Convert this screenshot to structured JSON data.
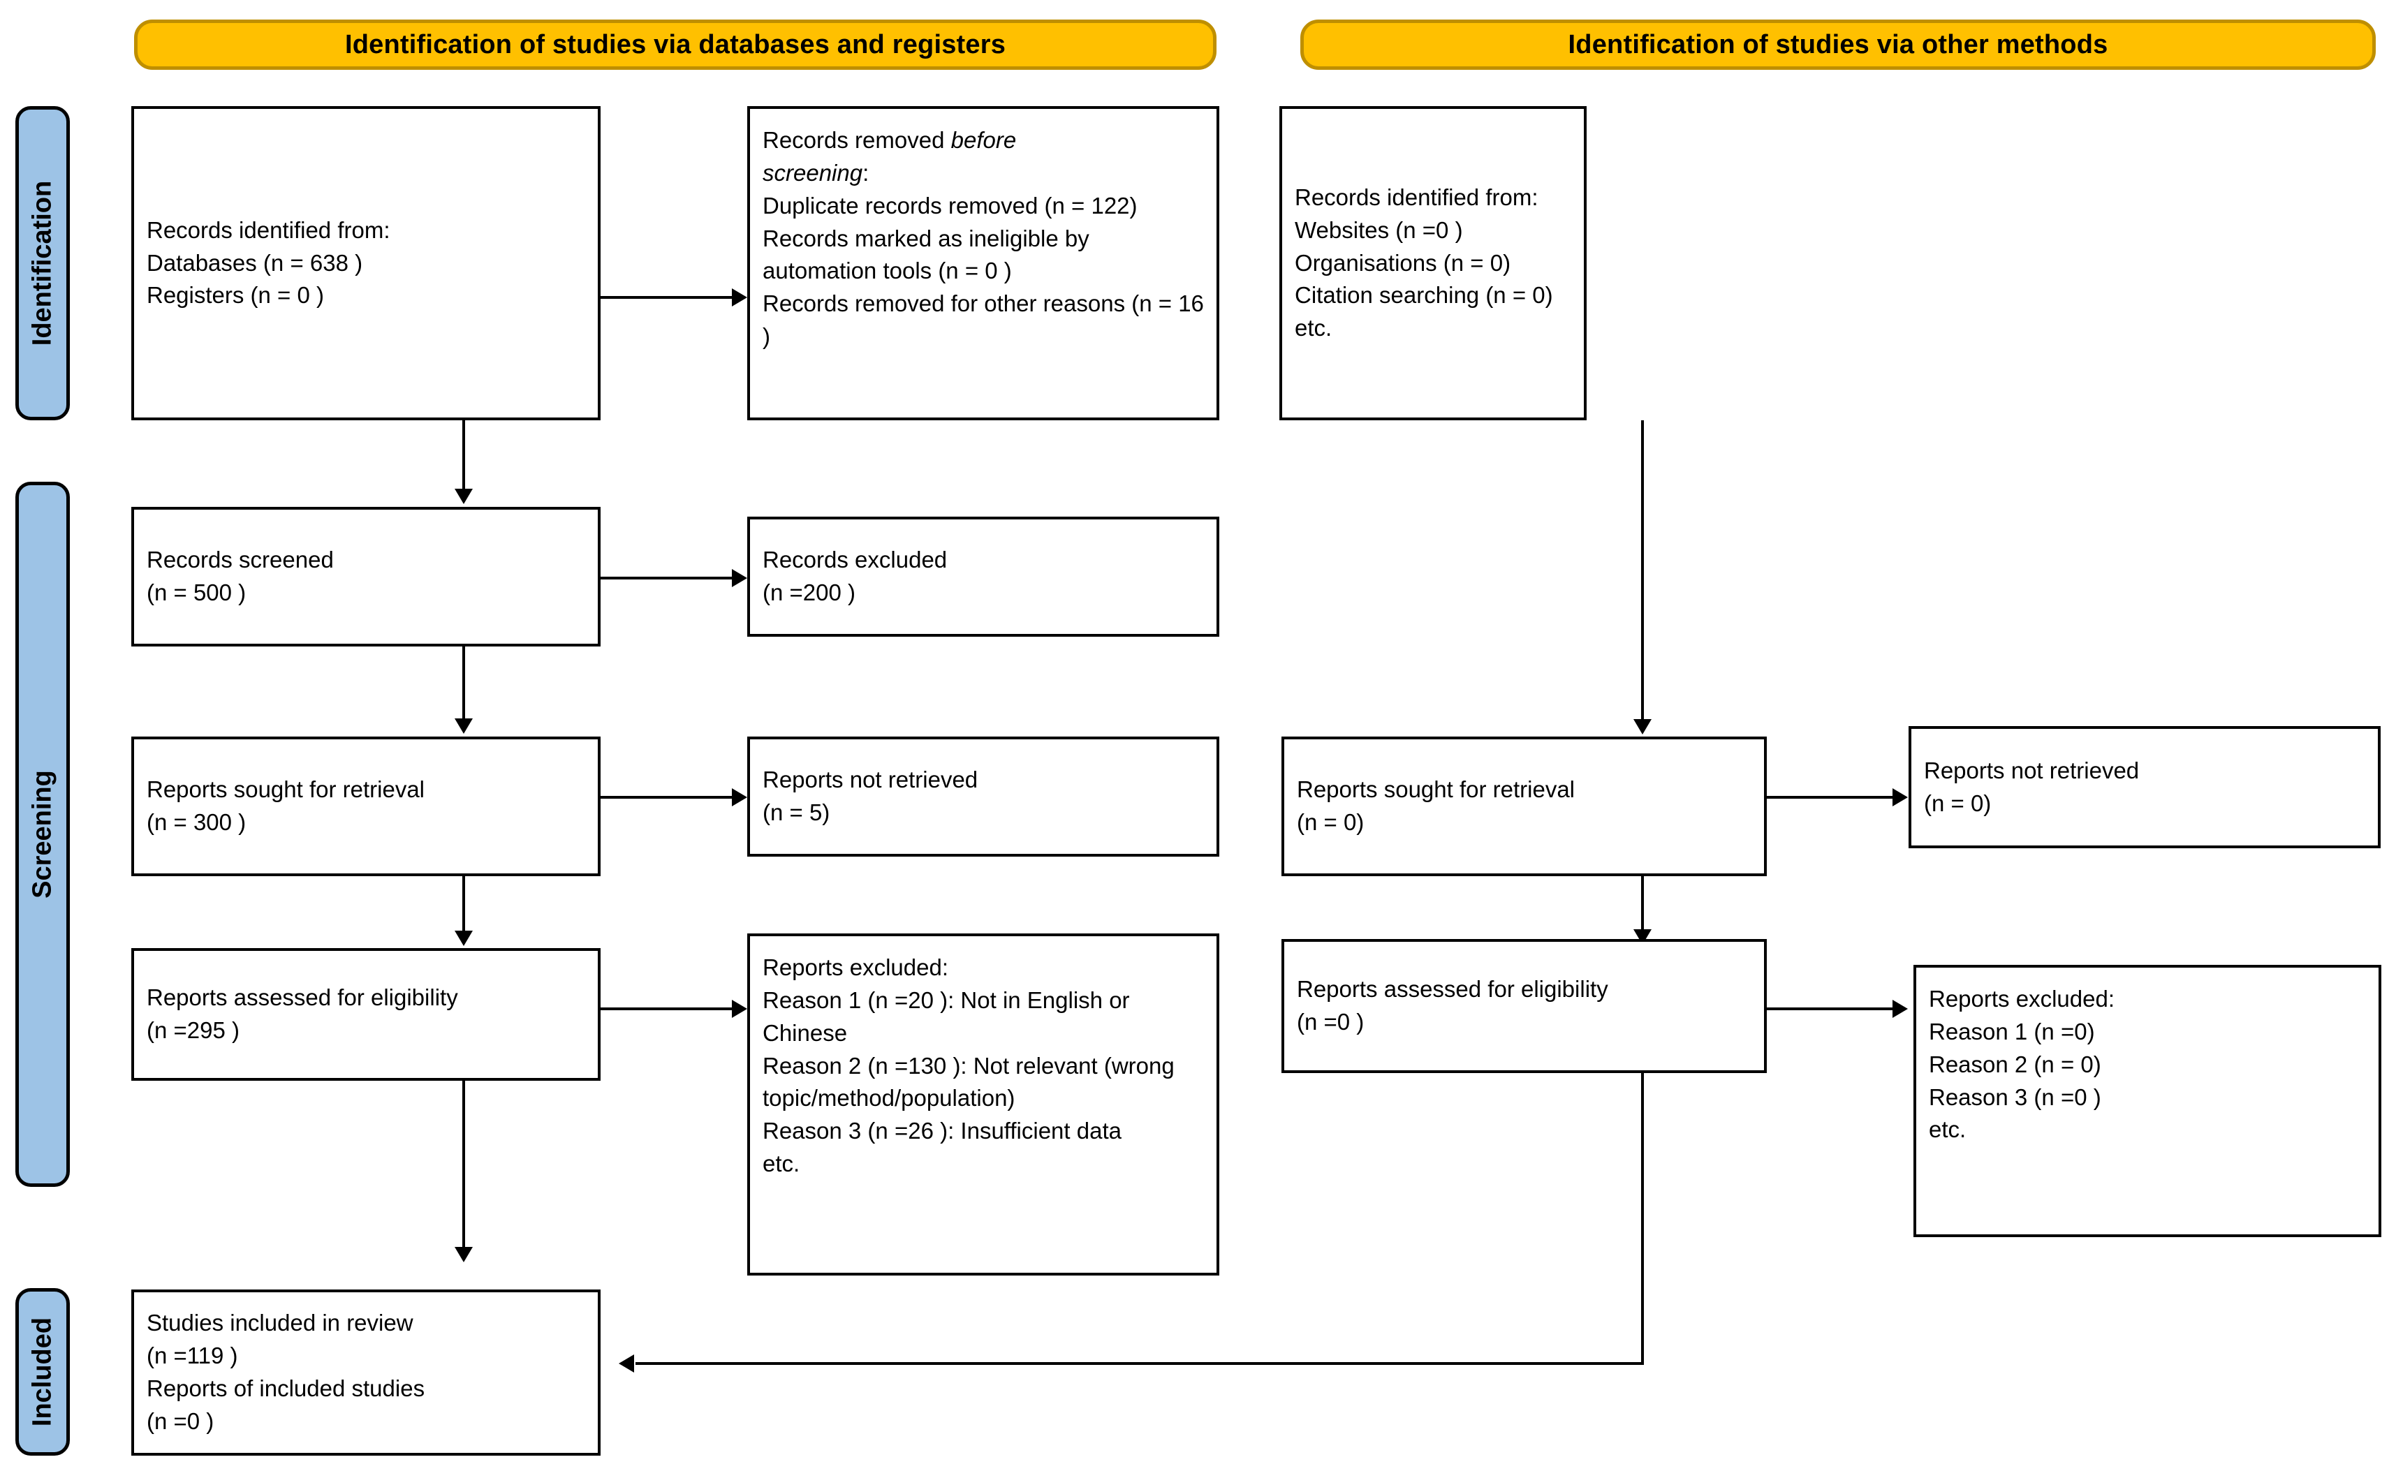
{
  "diagram": {
    "title": "PRISMA 2020 flow diagram",
    "colors": {
      "banner_fill": "#FFC000",
      "banner_border": "#BF8F00",
      "phase_fill": "#9DC3E6",
      "box_border": "#000000",
      "text": "#000000"
    }
  },
  "banners": {
    "left": "Identification of studies via databases and registers",
    "right": "Identification of studies via other methods"
  },
  "phases": {
    "identification": "Identification",
    "screening": "Screening",
    "included": "Included"
  },
  "left_column": {
    "records_identified": {
      "line1": "Records identified from:",
      "line2": "Databases (n = 638 )",
      "line3": "Registers (n = 0 )"
    },
    "records_removed": {
      "heading_part1": "Records removed ",
      "heading_italic1": "before",
      "heading_italic2": "screening",
      "heading_part2": ":",
      "line2": "Duplicate records removed  (n = 122)",
      "line3": "Records marked as ineligible by automation tools (n = 0 )",
      "line4": "Records removed for other reasons (n = 16 )"
    },
    "records_screened": {
      "line1": "Records screened",
      "line2": "(n = 500 )"
    },
    "records_excluded": {
      "line1": "Records excluded",
      "line2": "(n =200 )"
    },
    "reports_sought": {
      "line1": "Reports sought for retrieval",
      "line2": "(n = 300 )"
    },
    "reports_not_retrieved": {
      "line1": "Reports not retrieved",
      "line2": "(n = 5)"
    },
    "reports_assessed": {
      "line1": "Reports assessed for eligibility",
      "line2": "(n =295 )"
    },
    "reports_excluded": {
      "line1": "Reports excluded:",
      "line2": "Reason 1 (n =20 ): Not in English or Chinese",
      "line3": "Reason 2 (n =130 ): Not relevant (wrong topic/method/population)",
      "line4": "Reason 3 (n =26 ): Insufficient data",
      "line5": "etc."
    },
    "studies_included": {
      "line1": "Studies included in review",
      "line2": "(n =119 )",
      "line3": "Reports of included studies",
      "line4": "(n =0 )"
    }
  },
  "right_column": {
    "records_identified": {
      "line1": "Records identified from:",
      "line2": "Websites (n =0 )",
      "line3": "Organisations (n = 0)",
      "line4": "Citation searching (n = 0)",
      "line5": "etc."
    },
    "reports_sought": {
      "line1": "Reports sought for retrieval",
      "line2": "(n = 0)"
    },
    "reports_not_retrieved": {
      "line1": "Reports not retrieved",
      "line2": "(n = 0)"
    },
    "reports_assessed": {
      "line1": "Reports assessed for eligibility",
      "line2": "(n =0 )"
    },
    "reports_excluded": {
      "line1": "Reports excluded:",
      "line2": "Reason 1 (n =0)",
      "line3": "Reason 2 (n = 0)",
      "line4": "Reason 3 (n =0 )",
      "line5": "etc."
    }
  }
}
